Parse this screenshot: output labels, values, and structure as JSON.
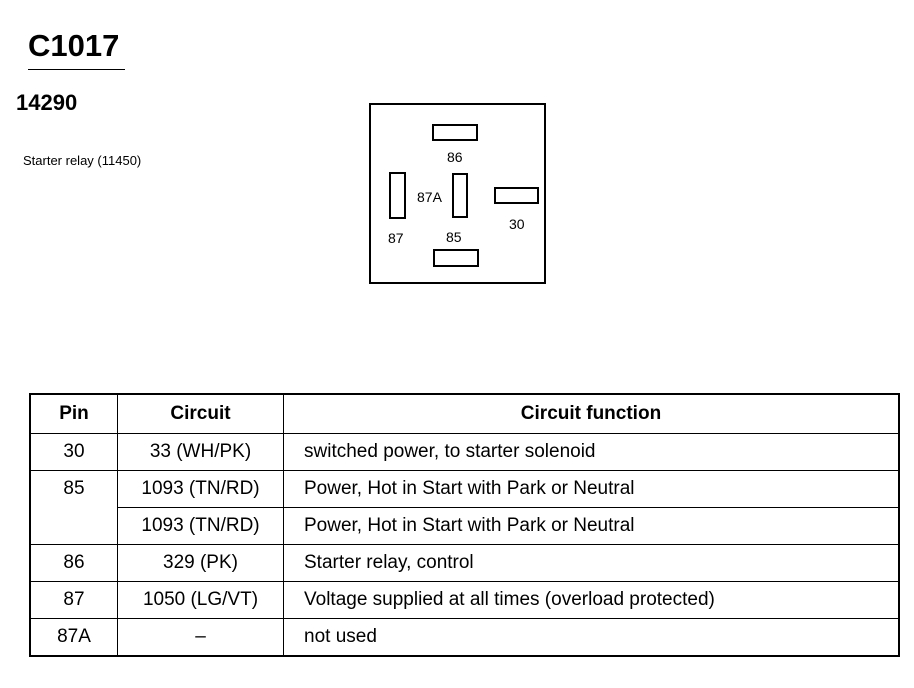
{
  "header": {
    "connector_id": "C1017",
    "part_number": "14290",
    "component": "Starter relay (11450)"
  },
  "relay_face": {
    "pins": [
      "86",
      "87A",
      "30",
      "87",
      "85"
    ]
  },
  "table": {
    "columns": [
      "Pin",
      "Circuit",
      "Circuit function"
    ],
    "rows": [
      {
        "pin": "30",
        "circuit": "33 (WH/PK)",
        "function": "switched power, to starter solenoid"
      },
      {
        "pin": "85",
        "circuit": "1093 (TN/RD)",
        "function": "Power, Hot in Start with Park or Neutral"
      },
      {
        "pin": "",
        "circuit": "1093 (TN/RD)",
        "function": "Power, Hot in Start with Park or Neutral"
      },
      {
        "pin": "86",
        "circuit": "329 (PK)",
        "function": "Starter relay, control"
      },
      {
        "pin": "87",
        "circuit": "1050 (LG/VT)",
        "function": "Voltage supplied at all times (overload protected)"
      },
      {
        "pin": "87A",
        "circuit": "–",
        "function": "not used"
      }
    ]
  }
}
